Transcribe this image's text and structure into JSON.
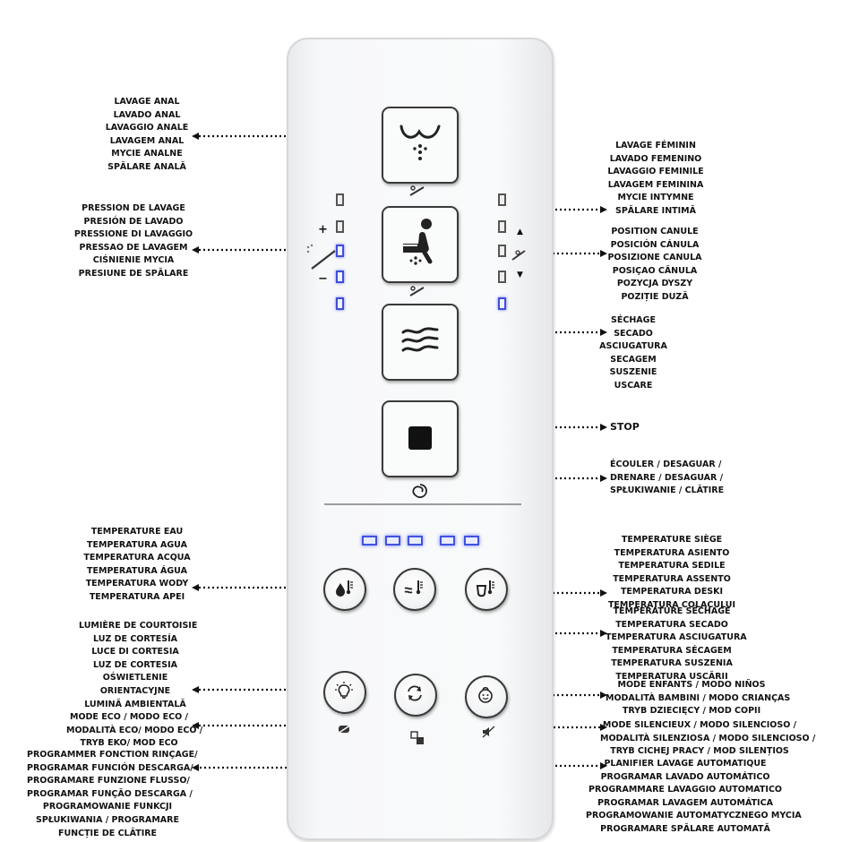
{
  "panel": {
    "pressure_plus": "+",
    "pressure_minus": "−",
    "nozzle_up": "▲",
    "nozzle_down": "▼"
  },
  "labels": {
    "anal_wash": [
      "LAVAGE ANAL",
      "LAVADO ANAL",
      "LAVAGGIO ANALE",
      "LAVAGEM ANAL",
      "MYCIE ANALNE",
      "SPĂLARE ANALĂ"
    ],
    "feminine_wash": [
      "LAVAGE FÉMININ",
      "LAVADO FEMENINO",
      "LAVAGGIO FEMINILE",
      "LAVAGEM FEMININA",
      "MYCIE INTYMNE",
      "SPĂLARE INTIMĂ"
    ],
    "wash_pressure": [
      "PRESSION DE LAVAGE",
      "PRESIÓN DE LAVADO",
      "PRESSIONE DI LAVAGGIO",
      "PRESSAO DE LAVAGEM",
      "CIŚNIENIE MYCIA",
      "PRESIUNE DE SPĂLARE"
    ],
    "nozzle_position": [
      "POSITION CANULE",
      "POSICIÓN CÁNULA",
      "POSIZIONE CANULA",
      "POSIÇAO CÂNULA",
      "POZYCJA DYSZY",
      "POZIȚIE DUZĂ"
    ],
    "drying": [
      "SÉCHAGE",
      "SECADO",
      "ASCIUGATURA",
      "SECAGEM",
      "SUSZENIE",
      "USCARE"
    ],
    "stop": [
      "STOP"
    ],
    "drain": [
      "ÉCOULER / DESAGUAR /",
      "DRENARE / DESAGUAR /",
      "SPŁUKIWANIE / CLĂTIRE"
    ],
    "water_temp": [
      "TEMPERATURE EAU",
      "TEMPERATURA AGUA",
      "TEMPERATURA ACQUA",
      "TEMPERATURA ÁGUA",
      "TEMPERATURA WODY",
      "TEMPERATURA APEI"
    ],
    "seat_temp": [
      "TEMPERATURE SIÈGE",
      "TEMPERATURA ASIENTO",
      "TEMPERATURA SEDILE",
      "TEMPERATURA ASSENTO",
      "TEMPERATURA DESKI",
      "TEMPERATURA COLACULUI"
    ],
    "dry_temp": [
      "TEMPERATURE SÉCHAGE",
      "TEMPERATURA SECADO",
      "TEMPERATURA ASCIUGATURA",
      "TEMPERATURA SÉCAGEM",
      "TEMPERATURA SUSZENIA",
      "TEMPERATURA USCĂRII"
    ],
    "night_light": [
      "LUMIÈRE DE COURTOISIE",
      "LUZ DE CORTESÍA",
      "LUCE DI CORTESIA",
      "LUZ DE CORTESIA",
      "OŚWIETLENIE",
      "ORIENTACYJNE",
      "LUMINĂ AMBIENTALĂ"
    ],
    "eco_mode": [
      "MODE ECO / MODO ECO /",
      "MODALITÀ ECO/ MODO ECO /",
      "TRYB EKO/ MOD ECO"
    ],
    "program_flush": [
      "PROGRAMMER FONCTION RINÇAGE/",
      "PROGRAMAR FUNCIÓN DESCARGA/",
      "PROGRAMARE FUNZIONE FLUSSO/",
      "PROGRAMAR FUNÇÃO DESCARGA /",
      "PROGRAMOWANIE FUNKCJI",
      "SPŁUKIWANIA / PROGRAMARE",
      "FUNCȚIE DE CLĂTIRE"
    ],
    "kids_mode": [
      "MODE ENFANTS / MODO NIÑOS",
      "MODALITÀ BAMBINI / MODO CRIANÇAS",
      "TRYB DZIECIĘCY / MOD COPII"
    ],
    "silent_mode": [
      "MODE SILENCIEUX / MODO SILENCIOSO /",
      "MODALITÀ SILENZIOSA / MODO SILENCIOSO /",
      "TRYB CICHEJ PRACY / MOD SILENȚIOS"
    ],
    "auto_wash": [
      "PLANIFIER LAVAGE AUTOMATIQUE",
      "PROGRAMAR LAVADO AUTOMÁTICO",
      "PROGRAMMARE LAVAGGIO AUTOMATICO",
      "PROGRAMAR LAVAGEM AUTOMÁTICA",
      "PROGRAMOWANIE AUTOMATYCZNEGO MYCIA",
      "PROGRAMARE SPĂLARE AUTOMATĂ"
    ]
  }
}
